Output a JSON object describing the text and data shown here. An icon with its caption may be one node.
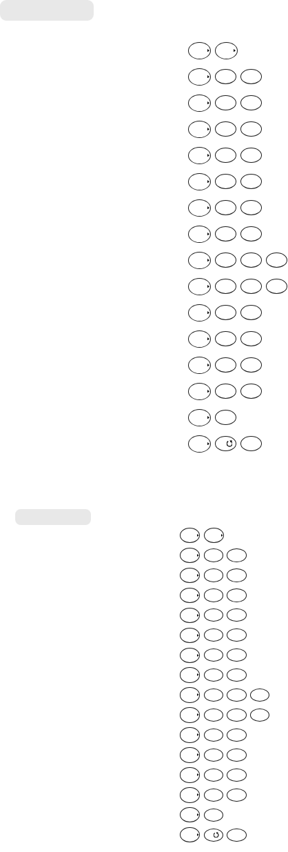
{
  "diagram": {
    "nodes": [
      {
        "text": [],
        "shape": "bar"
      },
      {
        "text": [],
        "shape": "ellipse"
      },
      {
        "text": [],
        "shape": "ellipse"
      },
      {
        "text": [],
        "shape": "ellipse"
      },
      {
        "text": [],
        "shape": "ellipse"
      },
      {
        "text": [],
        "shape": "ellipse"
      },
      {
        "text": [],
        "shape": "ellipse"
      },
      {
        "text": [],
        "shape": "ellipse"
      },
      {
        "text": [],
        "shape": "ellipse"
      },
      {
        "text": [],
        "shape": "ellipse"
      },
      {
        "text": [],
        "shape": "ellipse"
      },
      {
        "text": [],
        "shape": "ellipse"
      },
      {
        "text": [],
        "shape": "ellipse"
      },
      {
        "text": [],
        "shape": "ellipse"
      },
      {
        "text": [],
        "shape": "ellipse"
      },
      {
        "text": [],
        "shape": "ellipse"
      },
      {
        "text": [],
        "shape": "ellipse"
      },
      {
        "text": [],
        "shape": "ellipse"
      },
      {
        "text": [],
        "shape": "ellipse"
      },
      {
        "text": [],
        "shape": "ellipse"
      },
      {
        "text": [],
        "shape": "ellipse"
      },
      {
        "text": [],
        "shape": "ellipse"
      },
      {
        "text": [],
        "shape": "ellipse"
      },
      {
        "text": [],
        "shape": "ellipse"
      },
      {
        "text": [],
        "shape": "ellipse"
      },
      {
        "text": [],
        "shape": "ellipse"
      },
      {
        "text": [],
        "shape": "ellipse"
      },
      {
        "text": [],
        "shape": "ellipse"
      },
      {
        "text": [],
        "shape": "ellipse"
      },
      {
        "text": [],
        "shape": "ellipse"
      },
      {
        "text": [],
        "shape": "ellipse"
      },
      {
        "text": [],
        "shape": "ellipse"
      },
      {
        "text": [],
        "shape": "ellipse"
      },
      {
        "text": [],
        "shape": "ellipse"
      },
      {
        "text": [],
        "shape": "ellipse"
      },
      {
        "text": [],
        "shape": "ellipse"
      },
      {
        "text": [],
        "shape": "ellipse"
      },
      {
        "text": [],
        "shape": "ellipse"
      },
      {
        "text": [],
        "shape": "ellipse"
      },
      {
        "text": [],
        "shape": "ellipse"
      },
      {
        "text": [],
        "shape": "ellipse"
      },
      {
        "text": [],
        "shape": "ellipse"
      },
      {
        "text": [],
        "shape": "ellipse"
      },
      {
        "text": [],
        "shape": "ellipse"
      },
      {
        "text": [],
        "shape": "ellipse"
      },
      {
        "text": [],
        "shape": "ellipse"
      },
      {
        "text": [],
        "shape": "ellipse"
      },
      {
        "text": [],
        "shape": "ellipse"
      },
      {
        "text": [],
        "shape": "ellipse"
      },
      {
        "text": [],
        "shape": "bar"
      },
      {
        "text": [],
        "shape": "ellipse"
      },
      {
        "text": [],
        "shape": "ellipse"
      },
      {
        "text": [],
        "shape": "ellipse"
      },
      {
        "text": [],
        "shape": "ellipse"
      },
      {
        "text": [],
        "shape": "ellipse"
      },
      {
        "text": [],
        "shape": "ellipse"
      },
      {
        "text": [],
        "shape": "ellipse"
      },
      {
        "text": [],
        "shape": "ellipse"
      },
      {
        "text": [],
        "shape": "ellipse"
      },
      {
        "text": [],
        "shape": "ellipse"
      },
      {
        "text": [],
        "shape": "ellipse"
      },
      {
        "text": [],
        "shape": "ellipse"
      },
      {
        "text": [],
        "shape": "ellipse"
      },
      {
        "text": [],
        "shape": "ellipse"
      },
      {
        "text": [],
        "shape": "ellipse"
      },
      {
        "text": [],
        "shape": "ellipse"
      },
      {
        "text": [],
        "shape": "ellipse"
      },
      {
        "text": [],
        "shape": "ellipse"
      },
      {
        "text": [],
        "shape": "ellipse"
      },
      {
        "text": [],
        "shape": "ellipse"
      },
      {
        "text": [],
        "shape": "ellipse"
      },
      {
        "text": [],
        "shape": "ellipse"
      },
      {
        "text": [],
        "shape": "ellipse"
      },
      {
        "text": [],
        "shape": "ellipse"
      },
      {
        "text": [],
        "shape": "ellipse"
      },
      {
        "text": [],
        "shape": "ellipse"
      },
      {
        "text": [],
        "shape": "ellipse"
      },
      {
        "text": [],
        "shape": "ellipse"
      },
      {
        "text": [],
        "shape": "ellipse"
      },
      {
        "text": [],
        "shape": "ellipse"
      },
      {
        "text": [],
        "shape": "ellipse"
      },
      {
        "text": [],
        "shape": "ellipse"
      },
      {
        "text": [],
        "shape": "ellipse"
      },
      {
        "text": [],
        "shape": "ellipse"
      },
      {
        "text": [],
        "shape": "ellipse"
      },
      {
        "text": [],
        "shape": "ellipse"
      },
      {
        "text": [],
        "shape": "ellipse"
      },
      {
        "text": [],
        "shape": "ellipse"
      },
      {
        "text": [],
        "shape": "ellipse"
      },
      {
        "text": [],
        "shape": "ellipse"
      },
      {
        "text": [],
        "shape": "ellipse"
      },
      {
        "text": [],
        "shape": "ellipse"
      },
      {
        "text": [],
        "shape": "ellipse"
      },
      {
        "text": [],
        "shape": "ellipse"
      },
      {
        "text": [],
        "shape": "ellipse"
      },
      {
        "text": [],
        "shape": "ellipse"
      },
      {
        "text": [],
        "shape": "ellipse"
      },
      {
        "text": [],
        "shape": "ellipse"
      }
    ]
  }
}
